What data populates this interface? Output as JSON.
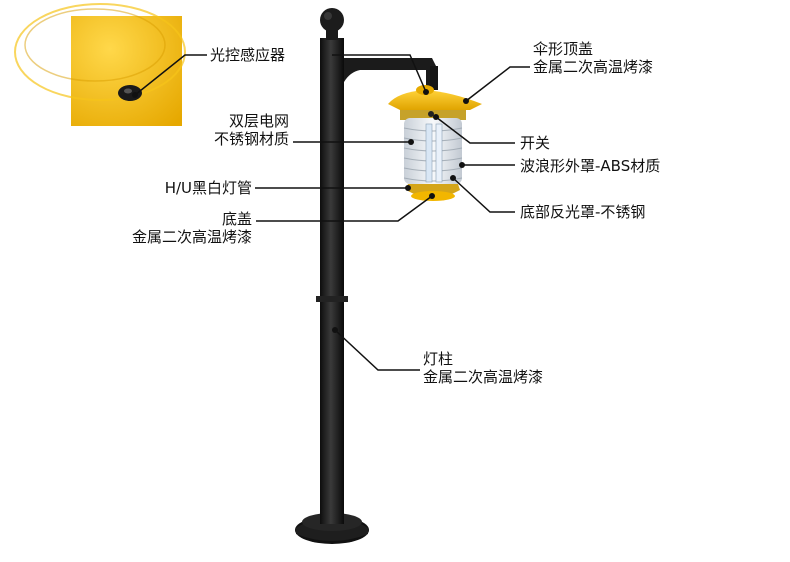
{
  "colors": {
    "yellow": "#f5b800",
    "pole": "#1b1b1b",
    "line": "#111111",
    "lamp_glass": "#dde3ea"
  },
  "callouts": {
    "sensor": {
      "line1": "光控感应器"
    },
    "top_cover": {
      "line1": "伞形顶盖",
      "line2": "金属二次高温烤漆"
    },
    "electric_net": {
      "line1": "双层电网",
      "line2": "不锈钢材质"
    },
    "switch": {
      "line1": "开关"
    },
    "outer_cover": {
      "line1": "波浪形外罩-ABS材质"
    },
    "tube": {
      "line1": "H/U黑白灯管"
    },
    "bottom_reflector": {
      "line1": "底部反光罩-不锈钢"
    },
    "bottom_cover": {
      "line1": "底盖",
      "line2": "金属二次高温烤漆"
    },
    "pole": {
      "line1": "灯柱",
      "line2": "金属二次高温烤漆"
    }
  }
}
